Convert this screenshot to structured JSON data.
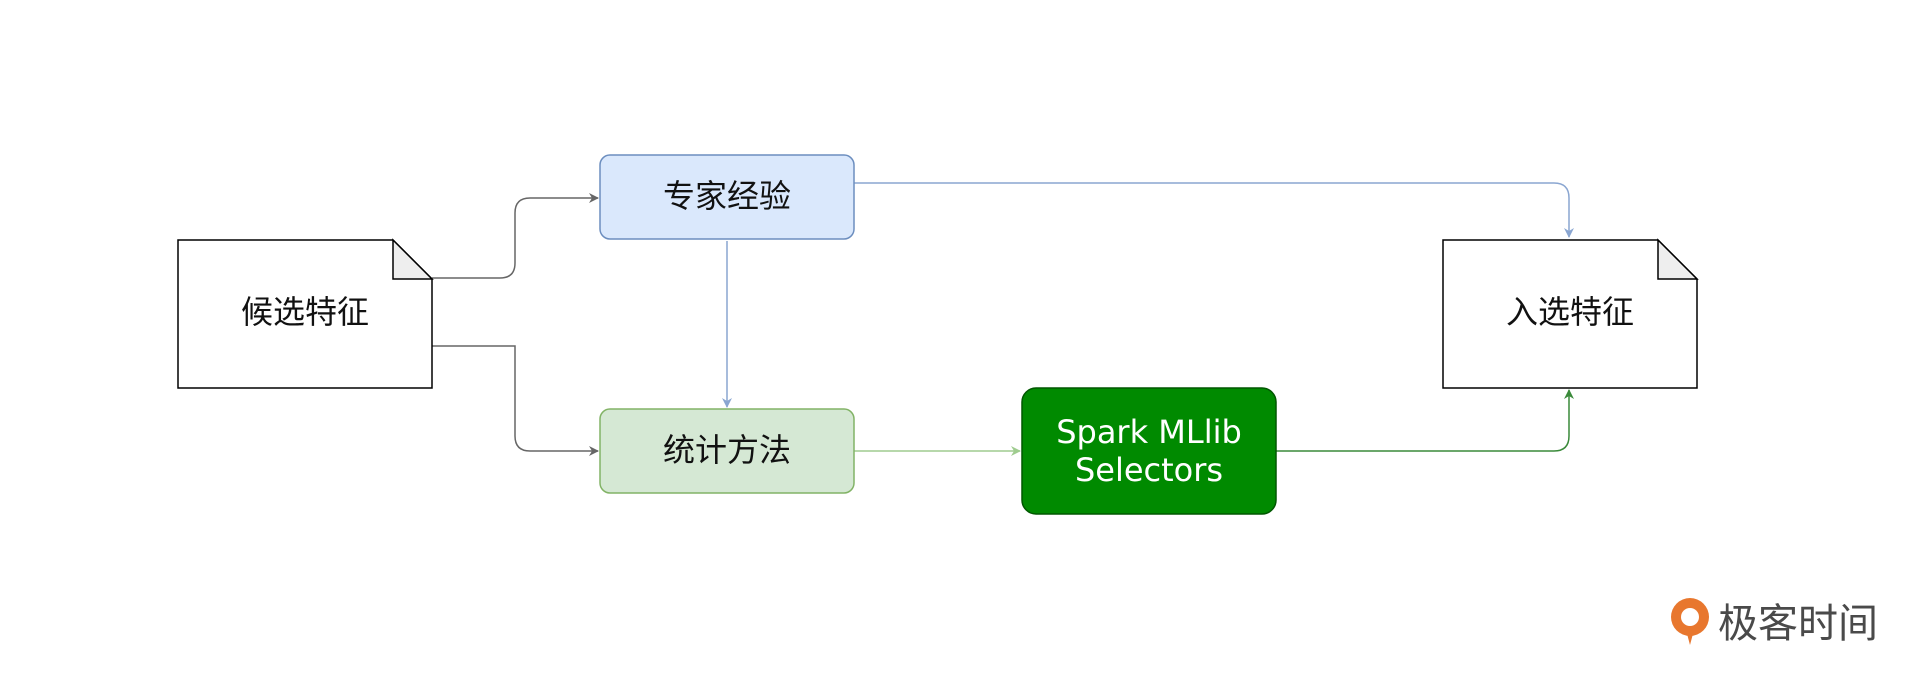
{
  "diagram": {
    "nodes": {
      "candidate": "候选特征",
      "expert": "专家经验",
      "stats": "统计方法",
      "spark_line1": "Spark MLlib",
      "spark_line2": "Selectors",
      "selected": "入选特征"
    },
    "colors": {
      "expert_fill": "#dae8fc",
      "expert_stroke": "#6c8ebf",
      "stats_fill": "#d5e8d4",
      "stats_stroke": "#82b366",
      "spark_fill": "#008a00",
      "spark_stroke": "#005700",
      "gray_edge": "#666666",
      "blue_edge": "#8aa6d1",
      "light_green_edge": "#9fcc8f",
      "dark_green_edge": "#3a8a3a",
      "brand_orange": "#e8772e"
    }
  },
  "brand": {
    "name": "极客时间",
    "icon": "geek-time-logo-icon"
  }
}
